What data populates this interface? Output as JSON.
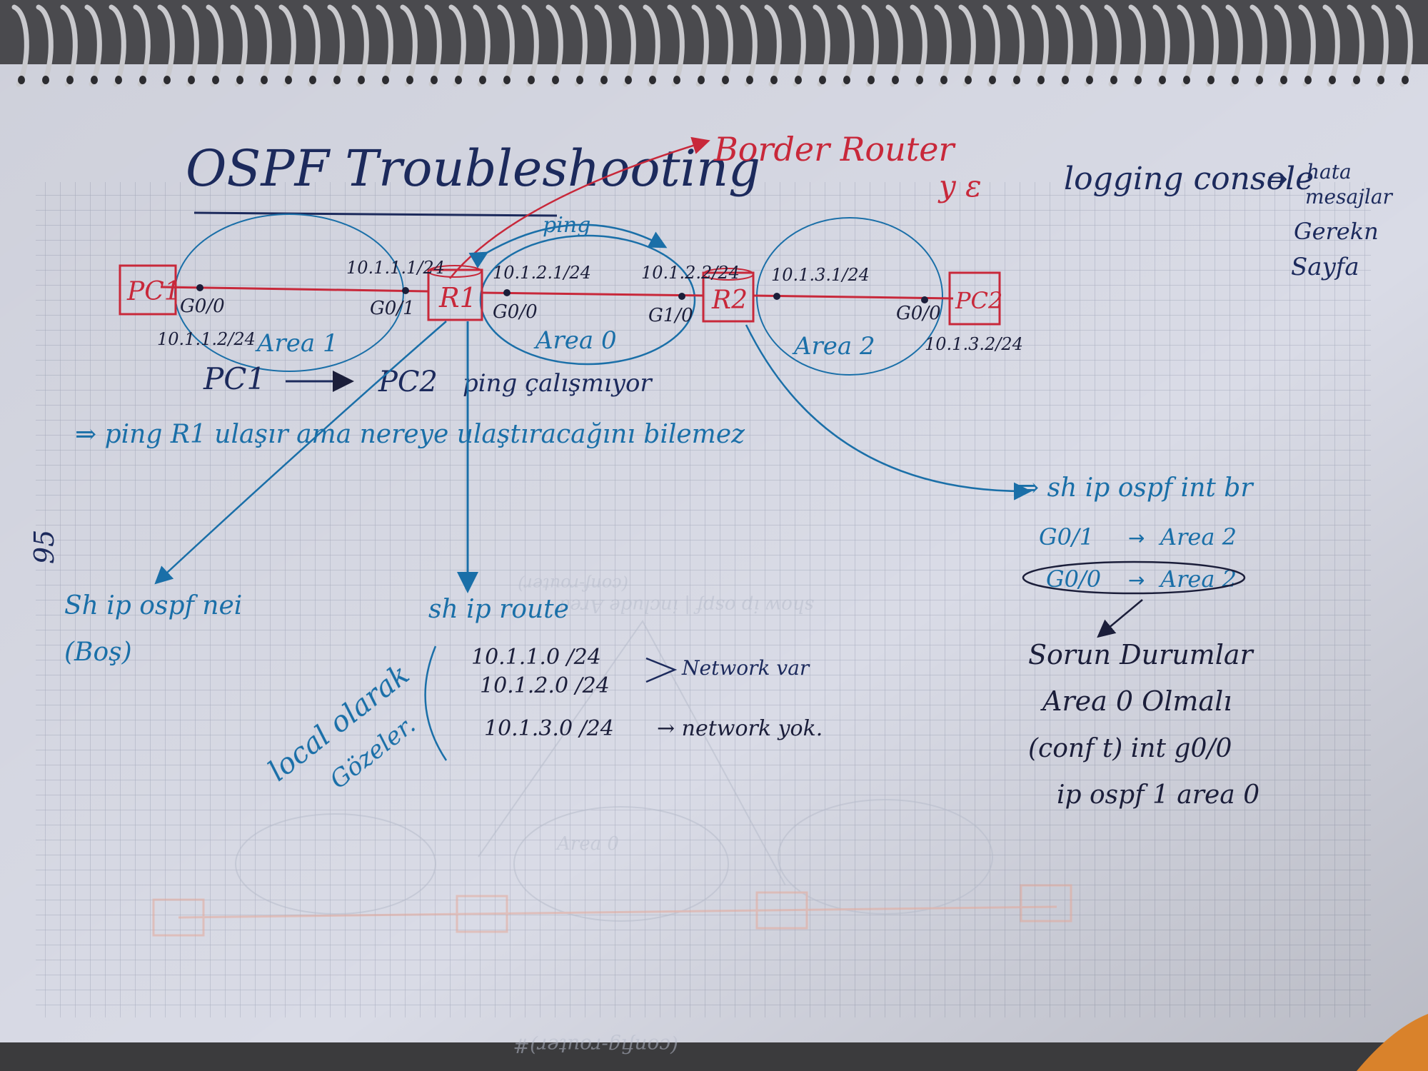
{
  "colors": {
    "paper": "#d9dbe6",
    "grid": "#a9aec0",
    "navy": "#1c2a5c",
    "blue": "#1a6fa8",
    "red": "#c8283a",
    "dark": "#1b1e3a",
    "ghost": "#b7bccb",
    "ghost_red": "#e3a89a",
    "orange": "#d9822b"
  },
  "title": "OSPF Troubleshooting",
  "border_router": "Border Router",
  "ye": "y ɛ",
  "logging": {
    "cmd": "logging console",
    "arrow": "⇒",
    "note_lines": [
      "hata",
      "mesajlar",
      "Gerekn",
      "Sayfa"
    ]
  },
  "devices": {
    "pc1": "PC1",
    "r1": "R1",
    "r2": "R2",
    "pc2": "PC2"
  },
  "ips": {
    "r1_left": "10.1.1.1/24",
    "r1_right": "10.1.2.1/24",
    "r2_left": "10.1.2.2/24",
    "r2_right": "10.1.3.1/24",
    "pc1": "10.1.1.2/24",
    "pc2": "10.1.3.2/24"
  },
  "ports": {
    "pc1": "G0/0",
    "r1_left": "G0/1",
    "r1_right": "G0/0",
    "r2_left": "G1/0",
    "pc2": "G0/0"
  },
  "areas": {
    "area1": "Area 1",
    "area0": "Area 0",
    "area2": "Area 2"
  },
  "ping_label": "ping",
  "pc_line": {
    "from": "PC1",
    "arrow": "→",
    "to": "PC2",
    "text": "ping çalışmıyor"
  },
  "ping_note": "⇒ ping R1 ulaşır ama nereye ulaştıracağını bilemez",
  "sh_ospf_nei": {
    "cmd": "Sh ip ospf nei",
    "sub": "(Boş)"
  },
  "sh_ip_route": "sh ip route",
  "routes": [
    {
      "net": "10.1.1.0 /24"
    },
    {
      "net": "10.1.2.0 /24"
    },
    {
      "net": "10.1.3.0 /24"
    }
  ],
  "route_note_present": "Network var",
  "route_note_absent": "→ network yok.",
  "local_connect": [
    "local olarak",
    "Gözeler."
  ],
  "sh_ospf_int": "⇒ sh ip ospf int br",
  "int_rows": [
    {
      "iface": "G0/1",
      "arrow": "→",
      "area": "Area 2"
    },
    {
      "iface": "G0/0",
      "arrow": "→",
      "area": "Area 2"
    }
  ],
  "fix": {
    "lines": [
      "Sorun Durumlar",
      "Area 0 Olmalı",
      "(conf t) int g0/0",
      "ip ospf 1 area 0"
    ]
  },
  "page_number": "95",
  "ghost_text": [
    "show ip ospf | include Area",
    "(conf-router)",
    "Area 0",
    "(config-router)#"
  ]
}
